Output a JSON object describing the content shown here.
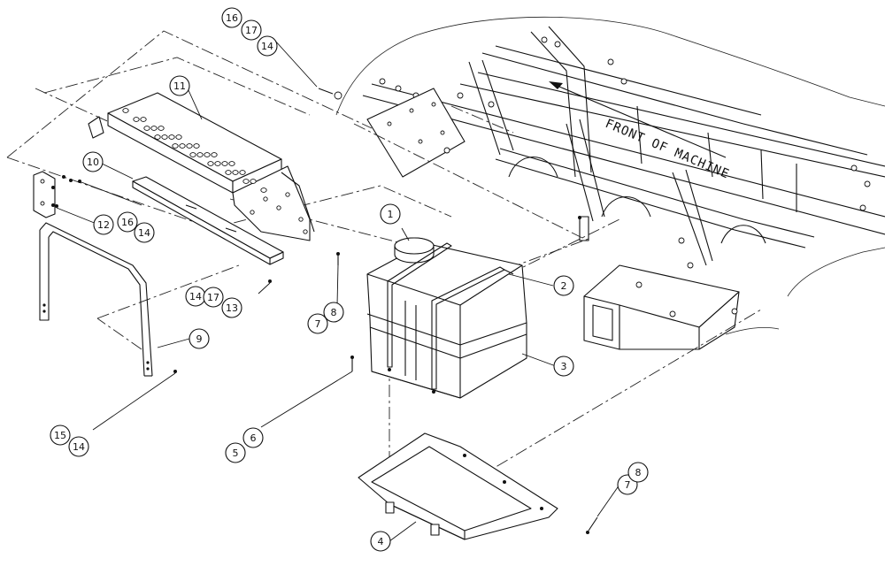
{
  "frame_label": "FRONT OF MACHINE",
  "callouts": [
    {
      "id": "c1",
      "label": "1"
    },
    {
      "id": "c2",
      "label": "2"
    },
    {
      "id": "c3",
      "label": "3"
    },
    {
      "id": "c4",
      "label": "4"
    },
    {
      "id": "c5",
      "label": "5"
    },
    {
      "id": "c6",
      "label": "6"
    },
    {
      "id": "c7a",
      "label": "7"
    },
    {
      "id": "c8a",
      "label": "8"
    },
    {
      "id": "c7b",
      "label": "7"
    },
    {
      "id": "c8b",
      "label": "8"
    },
    {
      "id": "c9",
      "label": "9"
    },
    {
      "id": "c10",
      "label": "10"
    },
    {
      "id": "c11",
      "label": "11"
    },
    {
      "id": "c12",
      "label": "12"
    },
    {
      "id": "c13",
      "label": "13"
    },
    {
      "id": "c14a",
      "label": "14"
    },
    {
      "id": "c14b",
      "label": "14"
    },
    {
      "id": "c14c",
      "label": "14"
    },
    {
      "id": "c14d",
      "label": "14"
    },
    {
      "id": "c15",
      "label": "15"
    },
    {
      "id": "c16a",
      "label": "16"
    },
    {
      "id": "c16b",
      "label": "16"
    },
    {
      "id": "c17a",
      "label": "17"
    },
    {
      "id": "c17b",
      "label": "17"
    }
  ]
}
